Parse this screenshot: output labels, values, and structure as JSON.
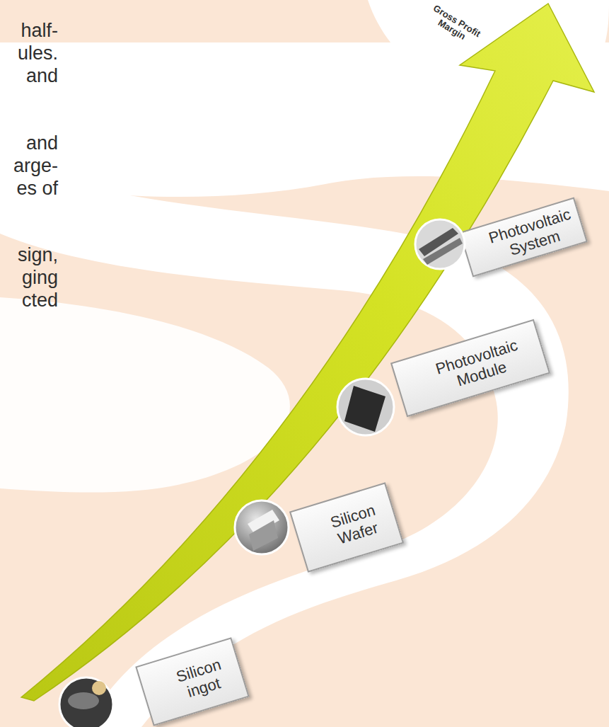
{
  "diagram": {
    "nodes": [
      {
        "text": [
          "Photovoltaic System"
        ]
      },
      {
        "text": [
          "Photovoltaic Module"
        ]
      },
      {
        "text": [
          "Silicon Wafer"
        ]
      },
      {
        "text": [
          "Silicon ingot"
        ]
      }
    ],
    "labels": [
      "half-",
      "ules.",
      "and",
      "and",
      "arge-",
      "es of",
      "sign,",
      "ging",
      "cted",
      "Gross Profit Margin"
    ]
  }
}
